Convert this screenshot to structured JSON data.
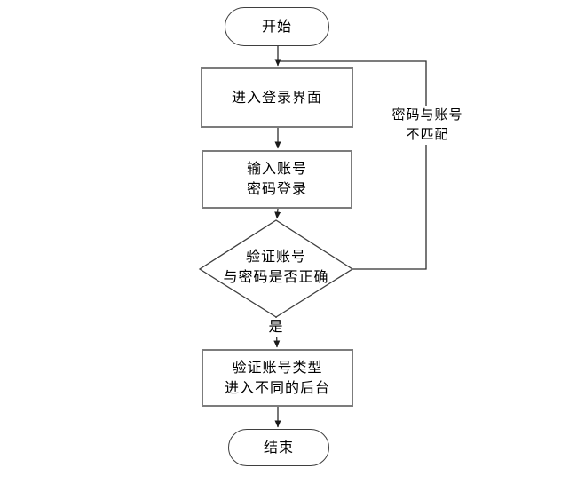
{
  "flowchart": {
    "nodes": {
      "start": {
        "label": "开始",
        "shape": "terminator"
      },
      "enter_login": {
        "label": "进入登录界面",
        "shape": "process"
      },
      "input_credentials": {
        "label": "输入账号\n密码登录",
        "shape": "process"
      },
      "verify_decision": {
        "label": "验证账号\n与密码是否正确",
        "shape": "decision"
      },
      "route_backend": {
        "label": "验证账号类型\n进入不同的后台",
        "shape": "process"
      },
      "end": {
        "label": "结束",
        "shape": "terminator"
      }
    },
    "edge_labels": {
      "yes": "是",
      "no": "密码与账号\n不匹配"
    },
    "colors": {
      "background": "#ffffff",
      "process_border": "#7c7c7c",
      "terminator_border": "#3f3f3f",
      "connector": "#2e2e2e",
      "arrowhead": "#1a1a1a",
      "text": "#000000"
    }
  }
}
